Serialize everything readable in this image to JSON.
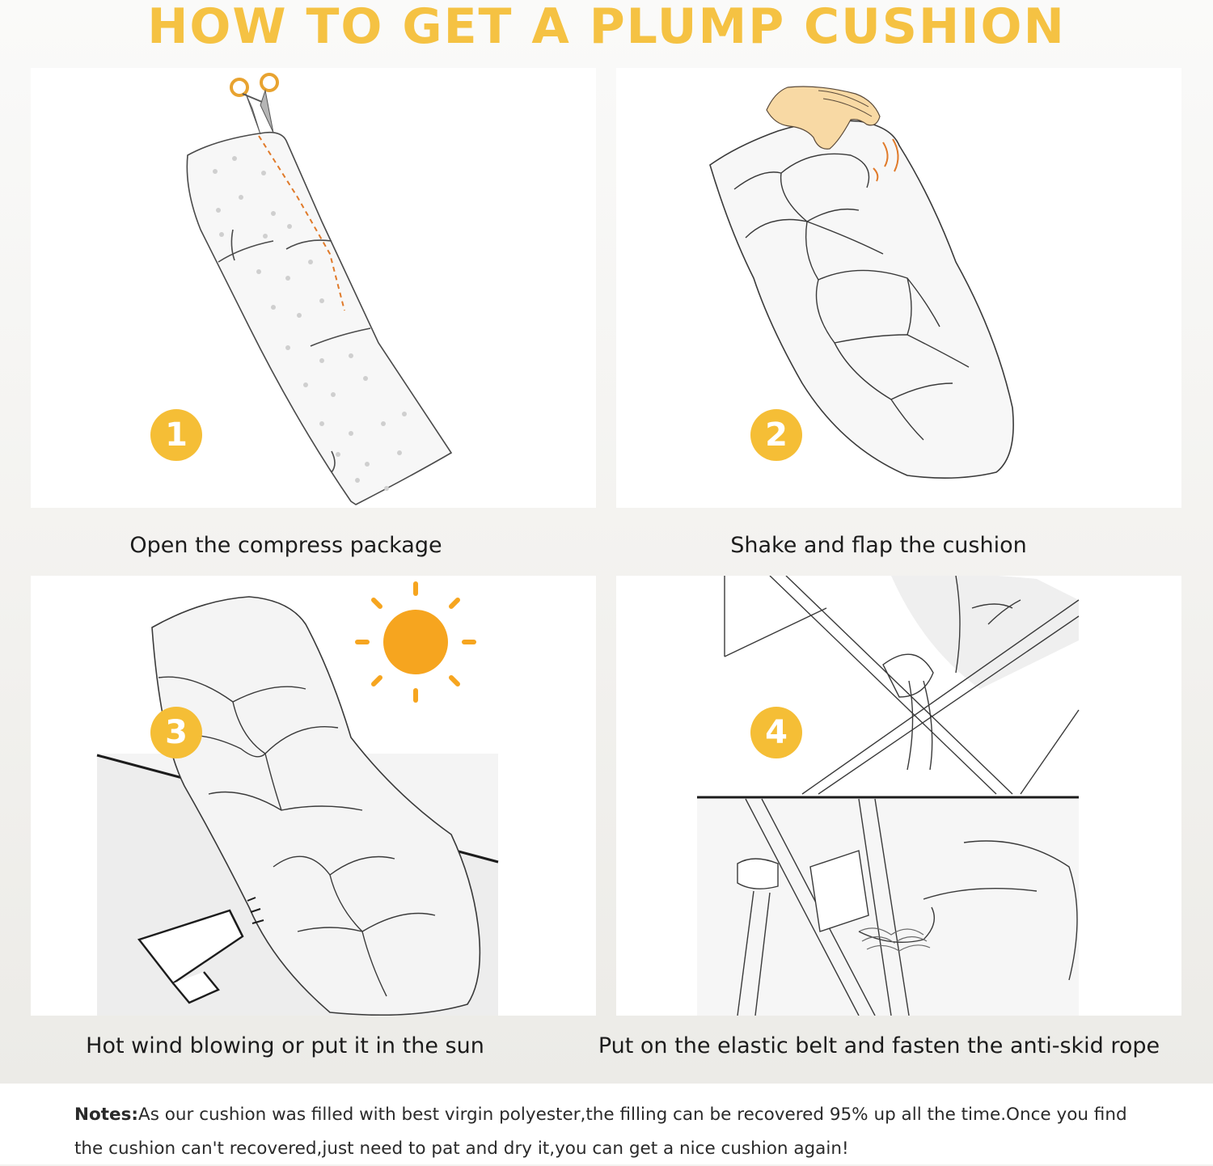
{
  "title": "HOW TO GET A PLUMP CUSHION",
  "steps": [
    {
      "number": "1",
      "caption": "Open the compress package",
      "icon": "scissors-icon"
    },
    {
      "number": "2",
      "caption": "Shake and flap the cushion",
      "icon": "hand-icon"
    },
    {
      "number": "3",
      "caption": "Hot wind blowing or put it in the sun",
      "icon": "sun-icon"
    },
    {
      "number": "4",
      "caption": "Put on the elastic belt and fasten the anti-skid rope",
      "icon": "rope-icon"
    }
  ],
  "notes": {
    "label": "Notes:",
    "text": "As our cushion was filled with best virgin polyester,the filling can be recovered 95% up all the time.Once you find the cushion can't recovered,just need to pat and dry it,you can get a nice cushion again!"
  },
  "colors": {
    "accent": "#f5c243",
    "badge": "#f5be36",
    "sun": "#f6a51f",
    "scissors": "#e8a330"
  }
}
